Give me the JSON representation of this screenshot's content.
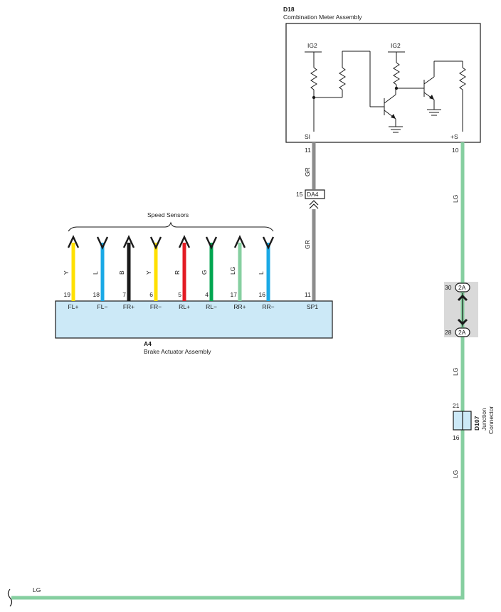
{
  "colors": {
    "box_fill": "#cce9f7",
    "wire_Y": "#ffe000",
    "wire_L": "#1aa9e6",
    "wire_B": "#1a1a1a",
    "wire_R": "#e31b23",
    "wire_G": "#00a651",
    "wire_LG": "#86cfa0",
    "wire_GR": "#8c8c8c",
    "junction_bg": "#d9d9d9"
  },
  "meter": {
    "code": "D18",
    "name": "Combination Meter Assembly",
    "ig2_left": "IG2",
    "ig2_right": "IG2",
    "si_label": "SI",
    "s_label": "+S",
    "si_pin": "11",
    "s_pin": "10"
  },
  "actuator": {
    "code": "A4",
    "name": "Brake Actuator Assembly",
    "sp1_label": "SP1",
    "sp1_pin": "11"
  },
  "speed_sensors": {
    "label": "Speed Sensors",
    "items": [
      {
        "pin": "19",
        "name": "FL+",
        "wire": "Y",
        "color": "#ffe000",
        "dir": "up"
      },
      {
        "pin": "18",
        "name": "FL−",
        "wire": "L",
        "color": "#1aa9e6",
        "dir": "down"
      },
      {
        "pin": "7",
        "name": "FR+",
        "wire": "B",
        "color": "#1a1a1a",
        "dir": "up"
      },
      {
        "pin": "6",
        "name": "FR−",
        "wire": "Y",
        "color": "#ffe000",
        "dir": "down"
      },
      {
        "pin": "5",
        "name": "RL+",
        "wire": "R",
        "color": "#e31b23",
        "dir": "up"
      },
      {
        "pin": "4",
        "name": "RL−",
        "wire": "G",
        "color": "#00a651",
        "dir": "down"
      },
      {
        "pin": "17",
        "name": "RR+",
        "wire": "LG",
        "color": "#86cfa0",
        "dir": "up"
      },
      {
        "pin": "16",
        "name": "RR−",
        "wire": "L",
        "color": "#1aa9e6",
        "dir": "down"
      }
    ]
  },
  "gr_wire": {
    "color_label_top": "GR",
    "color_label_bottom": "GR",
    "connector_pin": "15",
    "connector_name": "DA4"
  },
  "lg_wire": {
    "label_1": "LG",
    "label_2": "LG",
    "label_3": "LG",
    "label_bottom": "LG"
  },
  "connector_2a": {
    "pin_top": "30",
    "pin_bottom": "28",
    "name_top": "2A",
    "name_bottom": "2A"
  },
  "junction": {
    "code": "D107",
    "line1": "Junction",
    "line2": "Connector",
    "pin_top": "21",
    "pin_bottom": "16"
  }
}
